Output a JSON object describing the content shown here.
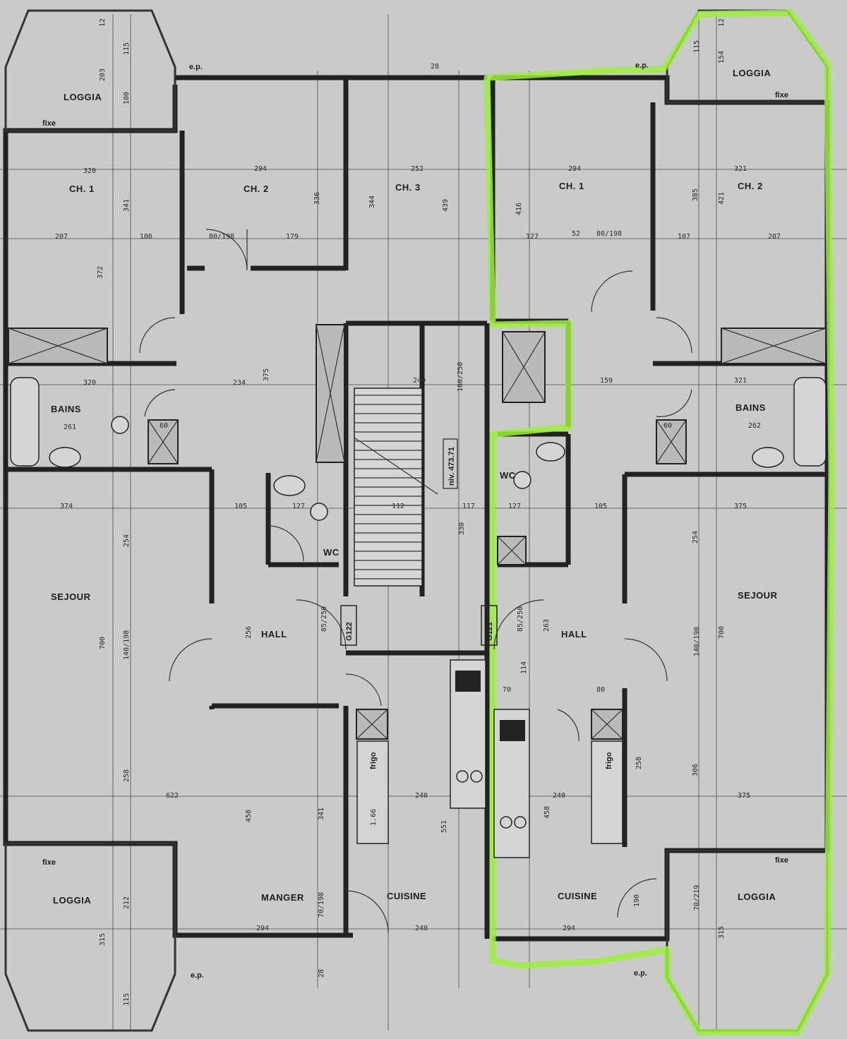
{
  "colors": {
    "background": "#c9cbc8",
    "walls": "#222222",
    "highlight": "#9bf03a"
  },
  "rooms": {
    "loggia_tl": "LOGGIA",
    "loggia_tr": "LOGGIA",
    "loggia_bl": "LOGGIA",
    "loggia_br": "LOGGIA",
    "ch1_left": "CH. 1",
    "ch2_left": "CH. 2",
    "ch3": "CH. 3",
    "ch1_right": "CH. 1",
    "ch2_right": "CH. 2",
    "bains_left": "BAINS",
    "bains_right": "BAINS",
    "sejour_left": "SEJOUR",
    "sejour_right": "SEJOUR",
    "hall_left": "HALL",
    "hall_right": "HALL",
    "manger": "MANGER",
    "cuisine_center": "CUISINE",
    "cuisine_right": "CUISINE",
    "wc_left": "WC",
    "wc_right": "WC"
  },
  "labels": {
    "fixe_tl": "fixe",
    "fixe_tr": "fixe",
    "fixe_bl": "fixe",
    "fixe_br": "fixe",
    "ep_tl": "e.p.",
    "ep_tr": "e.p.",
    "ep_bl": "e.p.",
    "ep_br": "e.p.",
    "frigo_left": "frigo",
    "frigo_right": "frigo",
    "level": "niv. 473.71",
    "unit_left": "G122",
    "unit_right": "G121"
  },
  "dimensions": {
    "d_320_top": "320",
    "d_294_ch2": "294",
    "d_252": "252",
    "d_294_ch1r": "294",
    "d_321": "321",
    "d_207_l": "207",
    "d_106": "106",
    "d_80_198_a": "80/198",
    "d_179": "179",
    "d_127_a": "127",
    "d_52": "52",
    "d_80_198_b": "80/198",
    "d_107": "107",
    "d_207_r": "207",
    "d_336": "336",
    "d_344": "344",
    "d_439": "439",
    "d_416": "416",
    "d_385": "385",
    "d_421": "421",
    "d_341": "341",
    "d_372": "372",
    "d_320_bains": "320",
    "d_261": "261",
    "d_60_a": "60",
    "d_375_v": "375",
    "d_234": "234",
    "d_240_top": "240",
    "d_159": "159",
    "d_321_bains": "321",
    "d_262": "262",
    "d_60_b": "60",
    "d_374": "374",
    "d_105_l": "105",
    "d_127_wc": "127",
    "d_112": "112",
    "d_117": "117",
    "d_127_wcr": "127",
    "d_105_r": "105",
    "d_375_r": "375",
    "d_254_l": "254",
    "d_254_r": "254",
    "d_700_l": "700",
    "d_700_r": "700",
    "d_140_198_l": "140/198",
    "d_140_198_r": "140/198",
    "d_256": "256",
    "d_263": "263",
    "d_330": "330",
    "d_85_250_l": "85/250",
    "d_85_250_r": "85/250",
    "d_622": "622",
    "d_258_l": "258",
    "d_458_l": "458",
    "d_341_b": "341",
    "d_240_k1": "240",
    "d_551": "551",
    "d_240_k2": "240",
    "d_458_r": "458",
    "d_258_r": "258",
    "d_306": "306",
    "d_375_b": "375",
    "d_212": "212",
    "d_315_l": "315",
    "d_315_r": "315",
    "d_294_manger": "294",
    "d_240_cuisine": "240",
    "d_294_cuisine": "294",
    "d_190": "190",
    "d_70_219": "70/219",
    "d_115_tl": "115",
    "d_203": "203",
    "d_100": "100",
    "d_115_tr": "115",
    "d_154": "154",
    "d_115_bl": "115",
    "d_12_a": "12",
    "d_12_b": "12",
    "d_28_a": "28",
    "d_28_b": "28",
    "d_70_198": "70/198",
    "d_70": "70",
    "d_80": "80",
    "d_114": "114",
    "d_166": "1.66",
    "d_160_250": "160/250"
  }
}
